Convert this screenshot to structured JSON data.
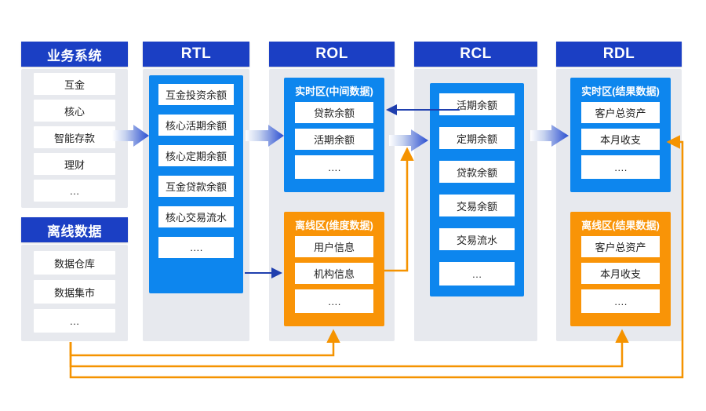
{
  "diagram": {
    "title_colors": {
      "header_blue": "#1b3fc4",
      "zone_blue": "#0d86ee",
      "zone_orange": "#f99407",
      "panel_gray": "#e7e9ee",
      "wire_blue": "#1f3fae",
      "wire_orange": "#f59300"
    }
  },
  "columns": [
    {
      "id": "business",
      "header": "业务系统",
      "items": [
        "互金",
        "核心",
        "智能存款",
        "理财",
        "…"
      ]
    },
    {
      "id": "offline_source",
      "header": "离线数据",
      "items": [
        "数据仓库",
        "数据集市",
        "…"
      ]
    },
    {
      "id": "rtl",
      "header": "RTL",
      "items": [
        "互金投资余额",
        "核心活期余额",
        "核心定期余额",
        "互金贷款余额",
        "核心交易流水",
        "…."
      ]
    },
    {
      "id": "rol",
      "header": "ROL",
      "zones": [
        {
          "id": "rol-realtime",
          "title": "实时区(中间数据)",
          "color": "blue",
          "items": [
            "贷款余额",
            "活期余额",
            "…."
          ]
        },
        {
          "id": "rol-offline",
          "title": "离线区(维度数据)",
          "color": "orange",
          "items": [
            "用户信息",
            "机构信息",
            "…."
          ]
        }
      ]
    },
    {
      "id": "rcl",
      "header": "RCL",
      "items": [
        "活期余额",
        "定期余额",
        "贷款余额",
        "交易余额",
        "交易流水",
        "…"
      ]
    },
    {
      "id": "rdl",
      "header": "RDL",
      "zones": [
        {
          "id": "rdl-realtime",
          "title": "实时区(结果数据)",
          "color": "blue",
          "items": [
            "客户总资产",
            "本月收支",
            "…."
          ]
        },
        {
          "id": "rdl-offline",
          "title": "离线区(结果数据)",
          "color": "orange",
          "items": [
            "客户总资产",
            "本月收支",
            "…."
          ]
        }
      ]
    }
  ],
  "connectors": [
    {
      "id": "biz-to-rtl",
      "kind": "block-arrow",
      "color": "blue-gradient"
    },
    {
      "id": "rtl-to-rol-realtime",
      "kind": "block-arrow",
      "color": "blue-gradient"
    },
    {
      "id": "rol-to-rcl",
      "kind": "block-arrow",
      "color": "blue-gradient"
    },
    {
      "id": "rcl-to-rdl",
      "kind": "block-arrow",
      "color": "blue-gradient"
    },
    {
      "id": "rcl-to-rol-realtime",
      "kind": "line-arrow",
      "color": "wire_blue"
    },
    {
      "id": "rtl-to-rol-offline",
      "kind": "line-arrow",
      "color": "wire_blue"
    },
    {
      "id": "rol-offline-to-rcl",
      "kind": "line-arrow",
      "color": "wire_orange"
    },
    {
      "id": "offline-source-to-rol-offline",
      "kind": "line-arrow",
      "color": "wire_orange"
    },
    {
      "id": "offline-source-to-rdl-offline",
      "kind": "line-arrow",
      "color": "wire_orange"
    },
    {
      "id": "offline-source-to-rdl-realtime",
      "kind": "line-arrow",
      "color": "wire_orange"
    }
  ]
}
